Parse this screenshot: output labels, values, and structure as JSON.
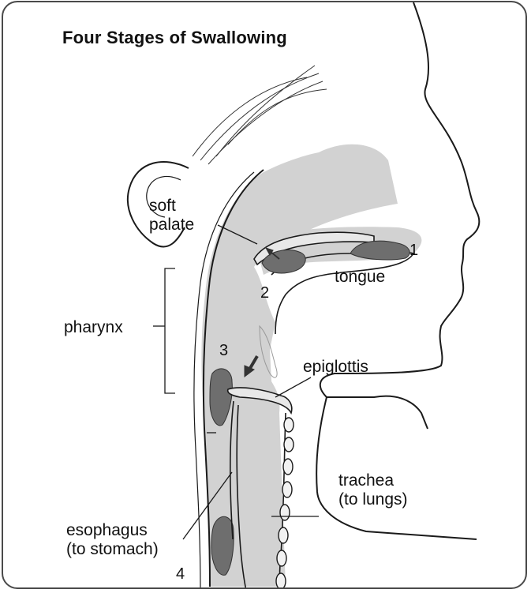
{
  "title": "Four Stages of Swallowing",
  "labels": {
    "soft_palate_line1": "soft",
    "soft_palate_line2": "palate",
    "tongue": "tongue",
    "pharynx": "pharynx",
    "epiglottis": "epiglottis",
    "trachea_line1": "trachea",
    "trachea_line2": "(to lungs)",
    "esophagus_line1": "esophagus",
    "esophagus_line2": "(to stomach)"
  },
  "stages": [
    "1",
    "2",
    "3",
    "4"
  ],
  "colors": {
    "frame": "#4a4a4a",
    "tissue": "#d2d2d2",
    "food_bolus": "#6e6e6e",
    "line": "#1a1a1a"
  }
}
